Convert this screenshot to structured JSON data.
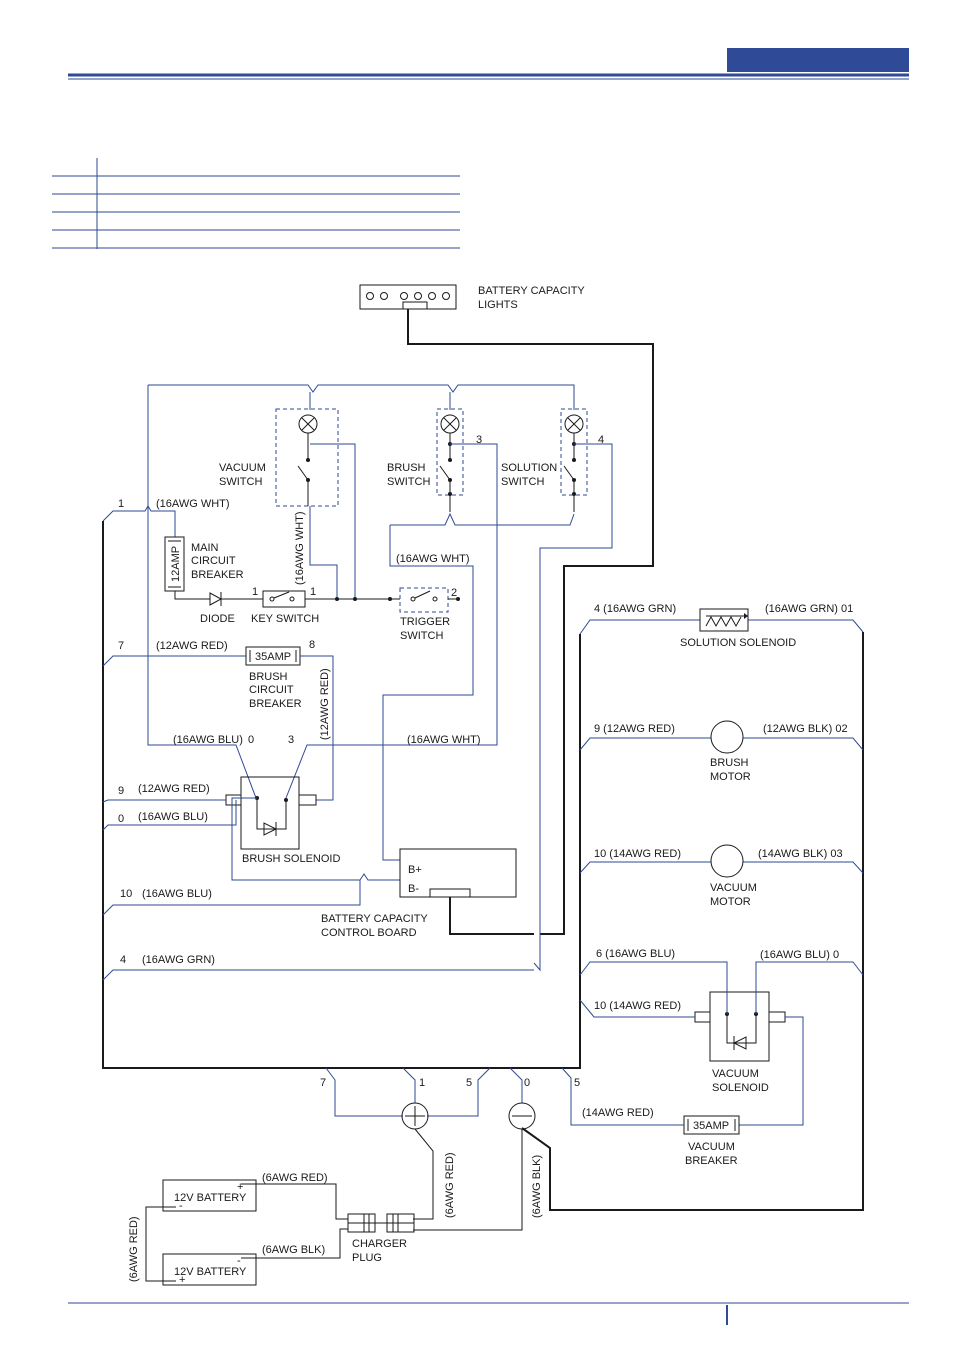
{
  "labels": {
    "battery_capacity_lights": [
      "BATTERY CAPACITY",
      "LIGHTS"
    ],
    "vacuum_switch": [
      "VACUUM",
      "SWITCH"
    ],
    "brush_switch": [
      "BRUSH",
      "SWITCH"
    ],
    "solution_switch": [
      "SOLUTION",
      "SWITCH"
    ],
    "main_circuit_breaker": [
      "MAIN",
      "CIRCUIT",
      "BREAKER"
    ],
    "main_breaker_rating": "12AMP",
    "diode": "DIODE",
    "key_switch": "KEY SWITCH",
    "trigger_switch": [
      "TRIGGER",
      "SWITCH"
    ],
    "brush_circuit_breaker": [
      "BRUSH",
      "CIRCUIT",
      "BREAKER"
    ],
    "brush_breaker_rating": "35AMP",
    "brush_solenoid": "BRUSH  SOLENOID",
    "battery_capacity_control_board": [
      "BATTERY CAPACITY",
      "CONTROL BOARD"
    ],
    "b_plus": "B+",
    "b_minus": "B-",
    "solution_solenoid": "SOLUTION SOLENOID",
    "brush_motor": [
      "BRUSH",
      "MOTOR"
    ],
    "vacuum_motor": [
      "VACUUM",
      "MOTOR"
    ],
    "vacuum_solenoid": [
      "VACUUM",
      "SOLENOID"
    ],
    "vacuum_breaker": [
      "VACUUM",
      "BREAKER"
    ],
    "vacuum_breaker_rating": "35AMP",
    "battery_1": "12V BATTERY",
    "battery_2": "12V BATTERY",
    "charger_plug": [
      "CHARGER",
      "PLUG"
    ]
  },
  "wires": {
    "w1_num": "1",
    "w1_label": "(16AWG WHT)",
    "vac_vertical": "(16AWG WHT)",
    "trigger_wht": "(16AWG WHT)",
    "key_1a": "1",
    "key_1b": "1",
    "trigger_2": "2",
    "brush_sw_3": "3",
    "sol_sw_4": "4",
    "w7_num": "7",
    "w7_label": "(12AWG RED)",
    "brk_8": "8",
    "vertical_12red": "(12AWG RED)",
    "blu_label": "(16AWG BLU)",
    "blu_0": "0",
    "blu_3": "3",
    "wht_mid": "(16AWG WHT)",
    "w9_num": "9",
    "w9_label": "(12AWG RED)",
    "w0_num": "0",
    "w0_label": "(16AWG BLU)",
    "w10_num": "10",
    "w10_label": "(16AWG BLU)",
    "w4_num": "4",
    "w4_label": "(16AWG GRN)",
    "sol_left": "4 (16AWG GRN)",
    "sol_right": "(16AWG GRN) 01",
    "bm_left": "9 (12AWG RED)",
    "bm_right": "(12AWG BLK) 02",
    "vm_left": "10 (14AWG RED)",
    "vm_right": "(14AWG BLK) 03",
    "vs_6": "6  (16AWG BLU)",
    "vs_right": "(16AWG BLU)  0",
    "vs_10": "10 (14AWG RED)",
    "vb_label": "(14AWG RED)",
    "bot_7": "7",
    "bot_1": "1",
    "bot_5a": "5",
    "bot_0": "0",
    "bot_5b": "5",
    "bat_red_top": "(6AWG RED)",
    "bat_blk": "(6AWG BLK)",
    "bat_left_red": "(6AWG RED)",
    "plug_red": "(6AWG RED)",
    "plug_blk": "(6AWG BLK)"
  }
}
